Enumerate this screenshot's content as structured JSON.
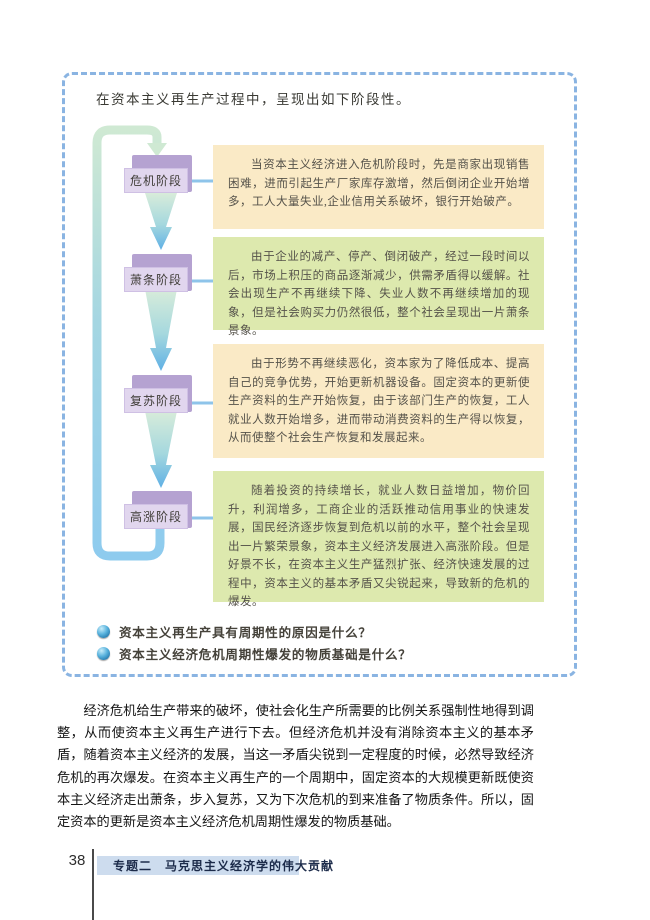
{
  "panel": {
    "intro": "在资本主义再生产过程中，呈现出如下阶段性。",
    "stages": [
      {
        "label": "危机阶段",
        "description": "当资本主义经济进入危机阶段时，先是商家出现销售困难，进而引起生产厂家库存激增，然后倒闭企业开始增多，工人大量失业,企业信用关系破坏，银行开始破产。"
      },
      {
        "label": "萧条阶段",
        "description": "由于企业的减产、停产、倒闭破产，经过一段时间以后，市场上积压的商品逐渐减少，供需矛盾得以缓解。社会出现生产不再继续下降、失业人数不再继续增加的现象，但是社会购买力仍然很低，整个社会呈现出一片萧条景象。"
      },
      {
        "label": "复苏阶段",
        "description": "由于形势不再继续恶化，资本家为了降低成本、提高自己的竞争优势，开始更新机器设备。固定资本的更新使生产资料的生产开始恢复，由于该部门生产的恢复，工人就业人数开始增多，进而带动消费资料的生产得以恢复，从而使整个社会生产恢复和发展起来。"
      },
      {
        "label": "高涨阶段",
        "description": "随着投资的持续增长，就业人数日益增加，物价回升，利润增多，工商企业的活跃推动信用事业的快速发展，国民经济逐步恢复到危机以前的水平，整个社会呈现出一片繁荣景象，资本主义经济发展进入高涨阶段。但是好景不长，在资本主义生产猛烈扩张、经济快速发展的过程中，资本主义的基本矛盾又尖锐起来，导致新的危机的爆发。"
      }
    ],
    "questions": [
      "资本主义再生产具有周期性的原因是什么？",
      "资本主义经济危机周期性爆发的物质基础是什么？"
    ]
  },
  "body_paragraph": "经济危机给生产带来的破坏，使社会化生产所需要的比例关系强制性地得到调整，从而使资本主义再生产进行下去。但经济危机并没有消除资本主义的基本矛盾，随着资本主义经济的发展，当这一矛盾尖锐到一定程度的时候，必然导致经济危机的再次爆发。在资本主义再生产的一个周期中，固定资本的大规模更新既使资本主义经济走出萧条，步入复苏，又为下次危机的到来准备了物质条件。所以，固定资本的更新是资本主义经济危机周期性爆发的物质基础。",
  "footer": {
    "page_number": "38",
    "banner": "专题二　马克思主义经济学的伟大贡献"
  },
  "colors": {
    "dashed_border": "#8ab4e2",
    "stage_box_outer": "#b5a2d1",
    "stage_box_inner": "#e1d6ee",
    "desc_box_cream": "#faeac6",
    "desc_box_green": "#dde9ae",
    "loop_arrow_blue": "#8ecbee",
    "loop_arrow_green": "#cfe9d3",
    "connector_blue": "#8ec4ea",
    "footer_banner_bg": "#cddcee",
    "question_bullet": "#0d5d94"
  }
}
